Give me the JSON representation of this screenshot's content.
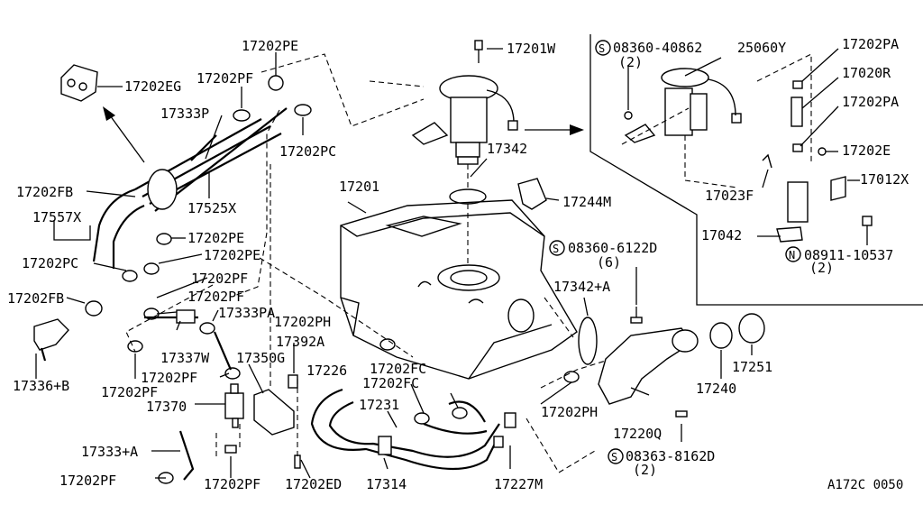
{
  "diagram": {
    "labels": {
      "p17202EG": "17202EG",
      "p17202PE_top": "17202PE",
      "p17202PF_top": "17202PF",
      "p17333P": "17333P",
      "p17202PC_mid": "17202PC",
      "p17202FB_top": "17202FB",
      "p17525X": "17525X",
      "p17557X": "17557X",
      "p17202PE_mid": "17202PE",
      "p17202PC_left": "17202PC",
      "p17202PE_low": "17202PE",
      "p17202FB_low": "17202FB",
      "p17202PF_a": "17202PF",
      "p17202PF_b": "17202PF",
      "p17333PA": "17333PA",
      "p17202PH_a": "17202PH",
      "p17392A": "17392A",
      "p17337W": "17337W",
      "p17350G": "17350G",
      "p17336B": "17336+B",
      "p17202PF_c": "17202PF",
      "p17202PF_d": "17202PF",
      "p17370": "17370",
      "p17226": "17226",
      "p17202FC_a": "17202FC",
      "p17202FC_b": "17202FC",
      "p17231": "17231",
      "p17333A": "17333+A",
      "p17202PF_e": "17202PF",
      "p17202PF_f": "17202PF",
      "p17202ED": "17202ED",
      "p17314": "17314",
      "p17227M": "17227M",
      "p17201W": "17201W",
      "p17342": "17342",
      "p17201": "17201",
      "p17244M": "17244M",
      "p08360_6122D": "08360-6122D",
      "p08360_6122D_qty": "(6)",
      "p17342A": "17342+A",
      "p17202PH_b": "17202PH",
      "p17220Q": "17220Q",
      "p08363_8162D": "08363-8162D",
      "p08363_8162D_qty": "(2)",
      "p17240": "17240",
      "p17251": "17251",
      "p08360_40862": "08360-40862",
      "p08360_40862_qty": "(2)",
      "p25060Y": "25060Y",
      "p17202PA_a": "17202PA",
      "p17020R": "17020R",
      "p17202PA_b": "17202PA",
      "p17202E": "17202E",
      "p17023F": "17023F",
      "p17012X": "17012X",
      "p17042": "17042",
      "p08911_10537": "08911-10537",
      "p08911_10537_qty": "(2)",
      "diagram_code": "A172C 0050"
    },
    "symbols": {
      "screw_symbol": "S",
      "nut_symbol": "N"
    }
  }
}
